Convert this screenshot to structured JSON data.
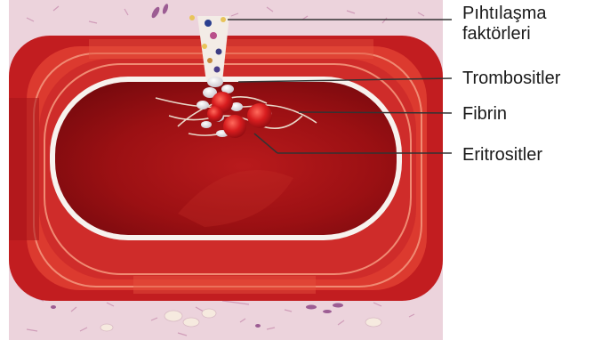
{
  "labels": {
    "clotting_factors_line1": "Pıhtılaşma",
    "clotting_factors_line2": "faktörleri",
    "platelets": "Trombositler",
    "fibrin": "Fibrin",
    "erythrocytes": "Eritrositler"
  },
  "colors": {
    "tissue": "#ecd3dc",
    "vessel_wall_dark": "#b3161c",
    "vessel_wall_mid": "#cf2c2a",
    "vessel_wall_light": "#e0503f",
    "lumen": "#9b1013",
    "membrane": "#f7f2ee",
    "rbc": "#d81d1f",
    "platelet": "#f3f0f2",
    "leader_line": "#333333"
  }
}
